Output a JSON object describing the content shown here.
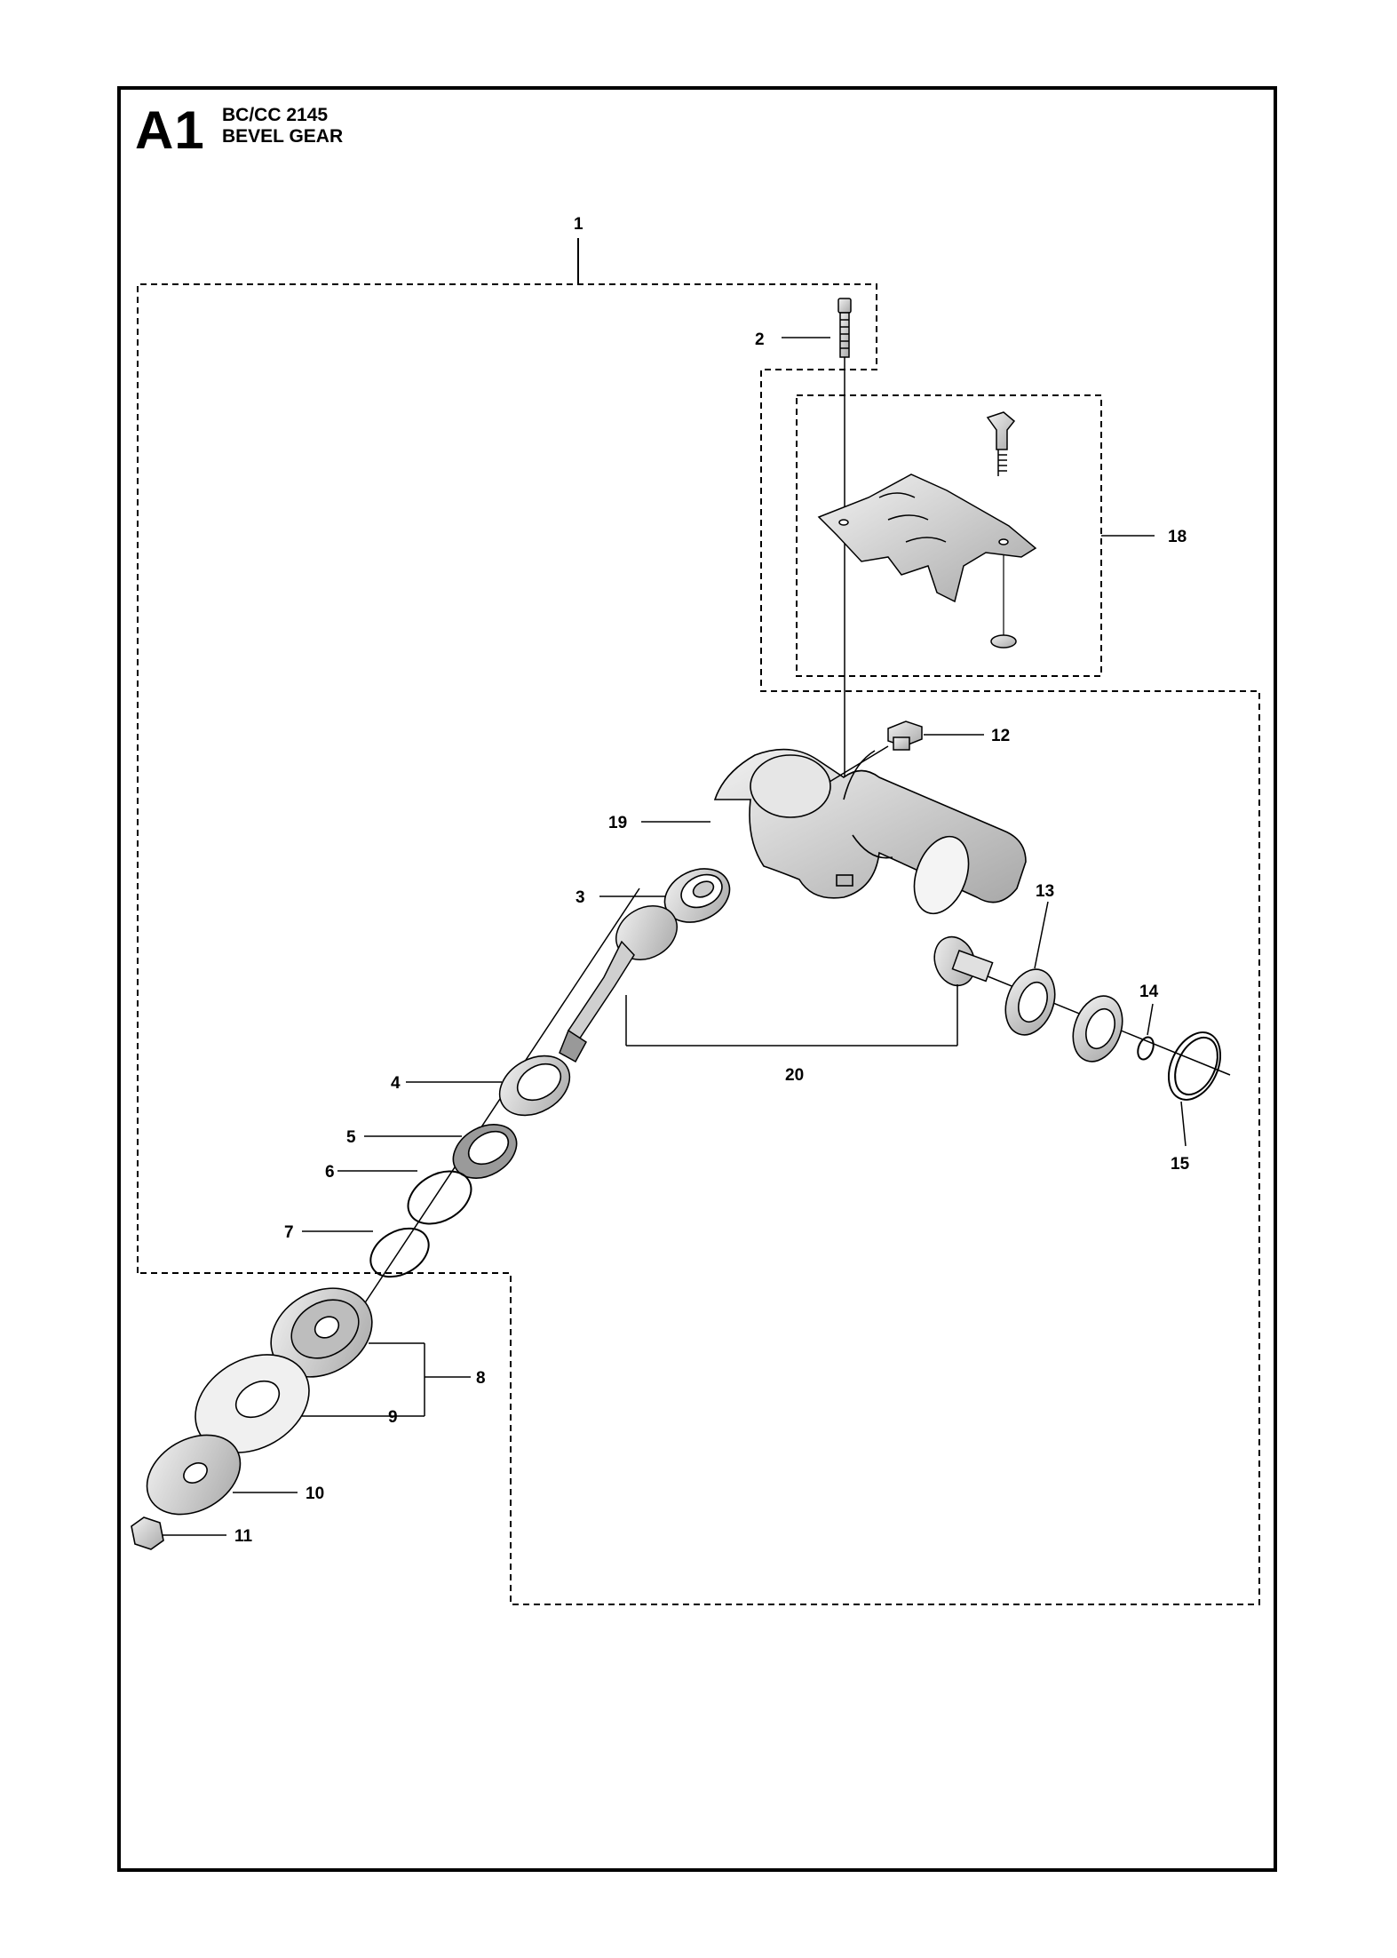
{
  "header": {
    "code": "A1",
    "model": "BC/CC 2145",
    "title": "BEVEL GEAR"
  },
  "colors": {
    "line": "#000000",
    "part_fill": "#d9d9d9",
    "part_dark": "#8a8a8a",
    "background": "#ffffff"
  },
  "callouts": [
    "1",
    "2",
    "3",
    "4",
    "5",
    "6",
    "7",
    "8",
    "9",
    "10",
    "11",
    "12",
    "13",
    "14",
    "15",
    "18",
    "19",
    "20"
  ]
}
